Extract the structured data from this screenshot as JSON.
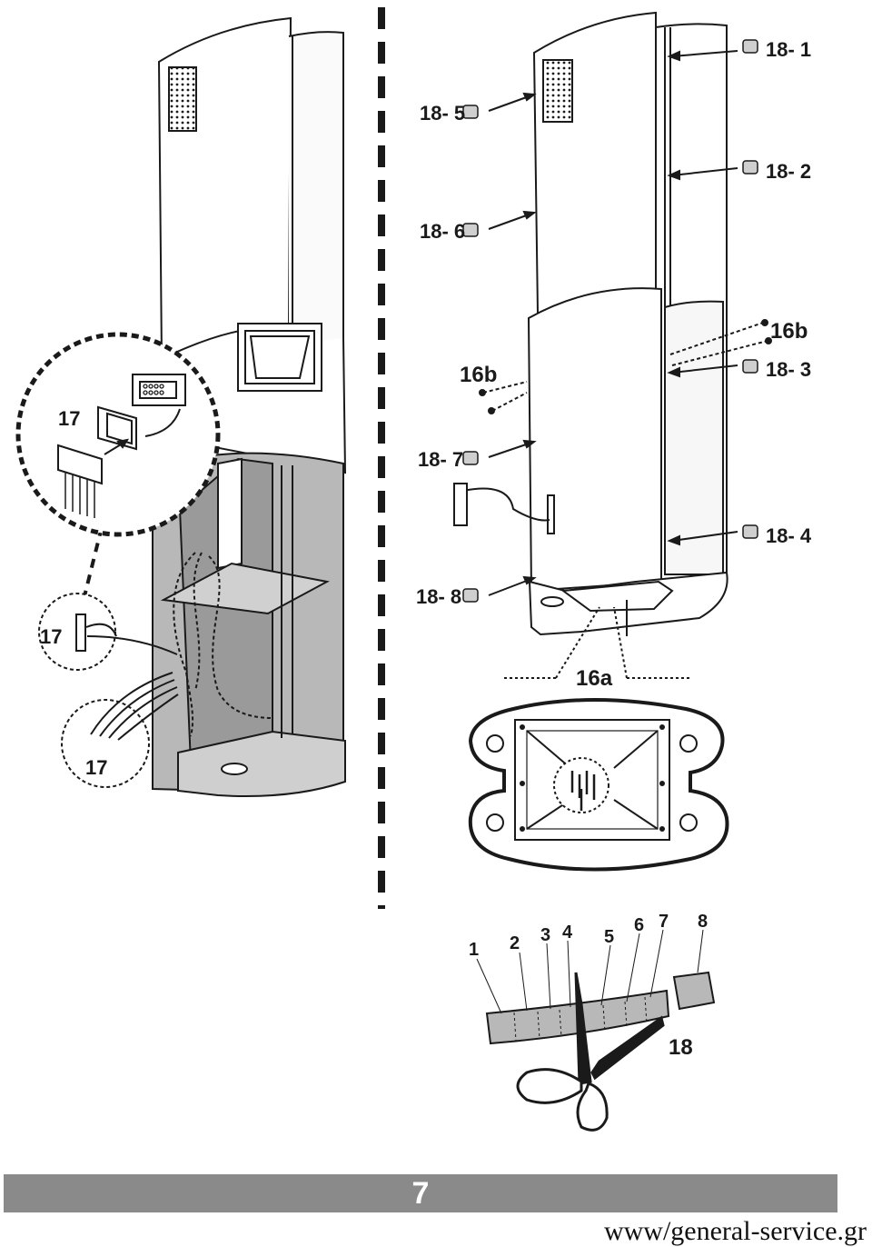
{
  "left_panel": {
    "callout_17_a": "17",
    "callout_17_b": "17",
    "callout_17_c": "17"
  },
  "right_panel": {
    "label_18_1": "18- 1",
    "label_18_2": "18- 2",
    "label_18_3": "18- 3",
    "label_18_4": "18- 4",
    "label_18_5": "18- 5",
    "label_18_6": "18- 6",
    "label_18_7": "18- 7",
    "label_18_8": "18- 8",
    "label_16b_left": "16b",
    "label_16b_right": "16b",
    "label_16a": "16a"
  },
  "strip": {
    "numbers": [
      "1",
      "2",
      "3",
      "4",
      "5",
      "6",
      "7",
      "8"
    ],
    "label_18": "18"
  },
  "footer": {
    "page_number": "7",
    "url": "www/general-service.gr"
  },
  "colors": {
    "shade": "#b8b8b8",
    "dark_shade": "#9a9a9a",
    "line": "#1a1a1a",
    "page_bar": "#8a8a8a"
  }
}
